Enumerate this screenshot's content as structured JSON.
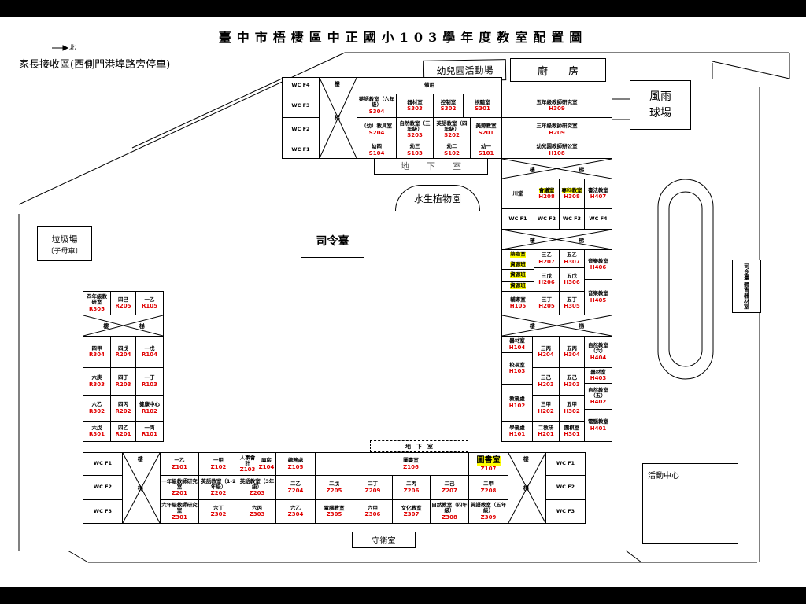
{
  "title": "臺中市梧棲區中正國小103學年度教室配置圖",
  "north_label": "北",
  "parent_zone": "家長接收區(西側門港埠路旁停車)",
  "landmarks": {
    "kindergarten_playground": "幼兒園活動場",
    "kitchen": "廚　　房",
    "basement_top": "地　　下　　室",
    "aquatic_garden": "水生植物園",
    "podium": "司令臺",
    "garbage": "垃圾場",
    "garbage_sub": "〔子母車〕",
    "rain_court": "風雨\n球場",
    "sports_storage": "司令臺 體育器材室",
    "activity_center": "活動中心",
    "guard_room": "守衛室",
    "basement_bottom": "地　下　室"
  },
  "stairs": {
    "a": "樓",
    "b": "梯"
  },
  "rooms": [
    {
      "name": "WC F4",
      "code": ""
    },
    {
      "name": "WC F3",
      "code": ""
    },
    {
      "name": "WC F2",
      "code": ""
    },
    {
      "name": "WC F1",
      "code": ""
    },
    {
      "name": "備用",
      "code": ""
    },
    {
      "name": "英語教室（六年級）",
      "code": "S304"
    },
    {
      "name": "器材室",
      "code": "S303"
    },
    {
      "name": "控制室",
      "code": "S302"
    },
    {
      "name": "視聽室",
      "code": "S301"
    },
    {
      "name": "五年級教師研究室",
      "code": "H309"
    },
    {
      "name": "（幼）教具室",
      "code": "S204"
    },
    {
      "name": "自然教室（三年級）",
      "code": "S203"
    },
    {
      "name": "英語教室（四年級）",
      "code": "S202"
    },
    {
      "name": "美勞教室",
      "code": "S201"
    },
    {
      "name": "三年級教師研究室",
      "code": "H209"
    },
    {
      "name": "幼四",
      "code": "S104"
    },
    {
      "name": "幼三",
      "code": "S103"
    },
    {
      "name": "幼二",
      "code": "S102"
    },
    {
      "name": "幼一",
      "code": "S101"
    },
    {
      "name": "幼兒園教師辦公室",
      "code": "H108"
    },
    {
      "name": "川堂",
      "code": ""
    },
    {
      "name": "會議室",
      "code": "H208",
      "hl": true
    },
    {
      "name": "專科教室",
      "code": "H308",
      "hl": true
    },
    {
      "name": "書法教室",
      "code": "H407"
    },
    {
      "name": "WC F1",
      "code": ""
    },
    {
      "name": "WC F2",
      "code": ""
    },
    {
      "name": "WC F3",
      "code": ""
    },
    {
      "name": "WC F4",
      "code": ""
    },
    {
      "name": "諮商室",
      "code": "",
      "hl": true
    },
    {
      "name": "資源班",
      "code": "",
      "hl": true
    },
    {
      "name": "資源班",
      "code": "",
      "hl": true
    },
    {
      "name": "資源班",
      "code": "",
      "hl": true
    },
    {
      "name": "輔導室",
      "code": "H105"
    },
    {
      "name": "三乙",
      "code": "H207"
    },
    {
      "name": "五乙",
      "code": "H307"
    },
    {
      "name": "音樂教室",
      "code": "H406"
    },
    {
      "name": "三戊",
      "code": "H206"
    },
    {
      "name": "五戊",
      "code": "H306"
    },
    {
      "name": "音樂教室",
      "code": "H405"
    },
    {
      "name": "三丁",
      "code": "H205"
    },
    {
      "name": "五丁",
      "code": "H305"
    },
    {
      "name": "器材室",
      "code": "H104"
    },
    {
      "name": "校長室",
      "code": "H103"
    },
    {
      "name": "教務處",
      "code": "H102"
    },
    {
      "name": "學務處",
      "code": "H101"
    },
    {
      "name": "三丙",
      "code": "H204"
    },
    {
      "name": "五丙",
      "code": "H304"
    },
    {
      "name": "自然教室（六）",
      "code": "H404"
    },
    {
      "name": "三己",
      "code": "H203"
    },
    {
      "name": "五己",
      "code": "H303"
    },
    {
      "name": "器材室",
      "code": "H403"
    },
    {
      "name": "自然教室（五）",
      "code": "H402"
    },
    {
      "name": "三甲",
      "code": "H202"
    },
    {
      "name": "五甲",
      "code": "H302"
    },
    {
      "name": "電腦教室",
      "code": "H401"
    },
    {
      "name": "二教研",
      "code": "H201"
    },
    {
      "name": "圍棋室",
      "code": "H301"
    },
    {
      "name": "四年級教研室",
      "code": "R305"
    },
    {
      "name": "四己",
      "code": "R205"
    },
    {
      "name": "一乙",
      "code": "R105"
    },
    {
      "name": "四甲",
      "code": "R304"
    },
    {
      "name": "四戊",
      "code": "R204"
    },
    {
      "name": "一戊",
      "code": "R104"
    },
    {
      "name": "六庚",
      "code": "R303"
    },
    {
      "name": "四丁",
      "code": "R203"
    },
    {
      "name": "一丁",
      "code": "R103"
    },
    {
      "name": "六乙",
      "code": "R302"
    },
    {
      "name": "四丙",
      "code": "R202"
    },
    {
      "name": "健康中心",
      "code": "R102"
    },
    {
      "name": "六戊",
      "code": "R301"
    },
    {
      "name": "四乙",
      "code": "R201"
    },
    {
      "name": "一丙",
      "code": "R101"
    },
    {
      "name": "WC F1",
      "code": ""
    },
    {
      "name": "WC F2",
      "code": ""
    },
    {
      "name": "WC F3",
      "code": ""
    },
    {
      "name": "一乙",
      "code": "Z101"
    },
    {
      "name": "一甲",
      "code": "Z102"
    },
    {
      "name": "人事會計",
      "code": "Z103"
    },
    {
      "name": "庫房",
      "code": "Z104"
    },
    {
      "name": "總務處",
      "code": "Z105"
    },
    {
      "name": "一年級教師研究室",
      "code": "Z201"
    },
    {
      "name": "英語教室（1-2年級）",
      "code": "Z202"
    },
    {
      "name": "英語教室（3年級）",
      "code": "Z203"
    },
    {
      "name": "二乙",
      "code": "Z204"
    },
    {
      "name": "二戊",
      "code": "Z205"
    },
    {
      "name": "六年級教師研究室",
      "code": "Z301"
    },
    {
      "name": "六丁",
      "code": "Z302"
    },
    {
      "name": "六丙",
      "code": "Z303"
    },
    {
      "name": "六乙",
      "code": "Z304"
    },
    {
      "name": "電腦教室",
      "code": "Z305"
    },
    {
      "name": "圖書室",
      "code": "Z106"
    },
    {
      "name": "圖書室",
      "code": "Z107",
      "hl": true,
      "big": true
    },
    {
      "name": "二丁",
      "code": "Z209"
    },
    {
      "name": "二丙",
      "code": "Z206"
    },
    {
      "name": "二己",
      "code": "Z207"
    },
    {
      "name": "二甲",
      "code": "Z208"
    },
    {
      "name": "六甲",
      "code": "Z306"
    },
    {
      "name": "文化教室",
      "code": "Z307"
    },
    {
      "name": "自然教室（四年級）",
      "code": "Z308"
    },
    {
      "name": "英語教室（五年級）",
      "code": "Z309"
    },
    {
      "name": "WC F1",
      "code": ""
    },
    {
      "name": "WC F2",
      "code": ""
    },
    {
      "name": "WC F3",
      "code": ""
    }
  ]
}
